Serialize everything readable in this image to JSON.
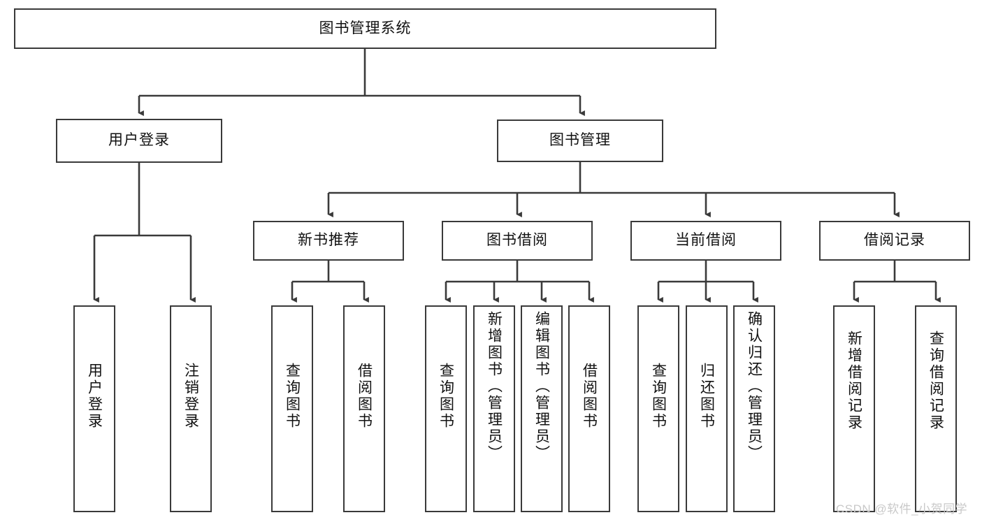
{
  "diagram": {
    "type": "hierarchy-tree",
    "title_node": {
      "label": "图书管理系统"
    },
    "level2": [
      {
        "id": "user-login",
        "label": "用户登录"
      },
      {
        "id": "book-management",
        "label": "图书管理"
      }
    ],
    "level3": [
      {
        "id": "new-book-recommend",
        "label": "新书推荐",
        "parent": "book-management"
      },
      {
        "id": "book-borrow",
        "label": "图书借阅",
        "parent": "book-management"
      },
      {
        "id": "current-borrow",
        "label": "当前借阅",
        "parent": "book-management"
      },
      {
        "id": "borrow-record",
        "label": "借阅记录",
        "parent": "book-management"
      }
    ],
    "leaves": [
      {
        "id": "leaf-user-login",
        "label": "用户登录",
        "parent": "user-login"
      },
      {
        "id": "leaf-logout-login",
        "label": "注销登录",
        "parent": "user-login"
      },
      {
        "id": "leaf-query-book-1",
        "label": "查询图书",
        "parent": "new-book-recommend"
      },
      {
        "id": "leaf-borrow-book-1",
        "label": "借阅图书",
        "parent": "new-book-recommend"
      },
      {
        "id": "leaf-query-book-2",
        "label": "查询图书",
        "parent": "book-borrow"
      },
      {
        "id": "leaf-add-book",
        "label": "新增图书（管理员）",
        "parent": "book-borrow"
      },
      {
        "id": "leaf-edit-book",
        "label": "编辑图书（管理员）",
        "parent": "book-borrow"
      },
      {
        "id": "leaf-borrow-book-2",
        "label": "借阅图书",
        "parent": "book-borrow"
      },
      {
        "id": "leaf-query-book-3",
        "label": "查询图书",
        "parent": "current-borrow"
      },
      {
        "id": "leaf-return-book",
        "label": "归还图书",
        "parent": "current-borrow"
      },
      {
        "id": "leaf-confirm-return",
        "label": "确认归还（管理员）",
        "parent": "current-borrow"
      },
      {
        "id": "leaf-add-record",
        "label": "新增借阅记录",
        "parent": "borrow-record"
      },
      {
        "id": "leaf-query-record",
        "label": "查询借阅记录",
        "parent": "borrow-record"
      }
    ]
  },
  "watermark": {
    "text": "CSDN @软件_小贺同学"
  },
  "colors": {
    "stroke": "#3a3a3a",
    "text": "#111111",
    "background": "#ffffff",
    "watermark": "#c9c9c9"
  }
}
